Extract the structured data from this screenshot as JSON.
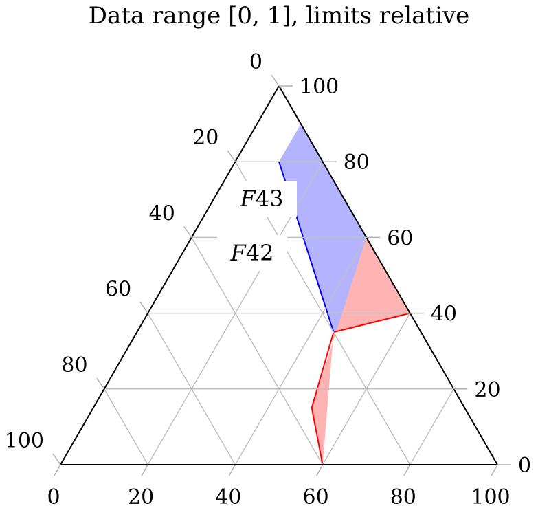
{
  "chart_data": {
    "type": "ternary",
    "title": "Data range [0, 1], limits relative",
    "axes": {
      "bottom": {
        "ticks": [
          0,
          20,
          40,
          60,
          80,
          100
        ]
      },
      "right": {
        "ticks": [
          0,
          20,
          40,
          60,
          80,
          100
        ]
      },
      "left": {
        "ticks": [
          0,
          20,
          40,
          60,
          80,
          100
        ]
      }
    },
    "grid": true,
    "regions": [
      {
        "label_var": "F",
        "label_num": "43",
        "fill": "#b3b3ff",
        "stroke": "#0000ff",
        "points": [
          [
            0.1,
            0.8
          ],
          [
            0.45,
            0.35
          ],
          [
            0.6,
            0.4
          ],
          [
            0.4,
            0.6
          ],
          [
            0.1,
            0.9
          ]
        ]
      },
      {
        "label_var": "F",
        "label_num": "42",
        "fill": "#ffb3b3",
        "stroke": "#ff0000",
        "points": [
          [
            0.45,
            0.35
          ],
          [
            0.6,
            0.4
          ],
          [
            0.4,
            0.6
          ],
          [
            0.5,
            0.15
          ],
          [
            0.6,
            0
          ]
        ]
      }
    ]
  }
}
